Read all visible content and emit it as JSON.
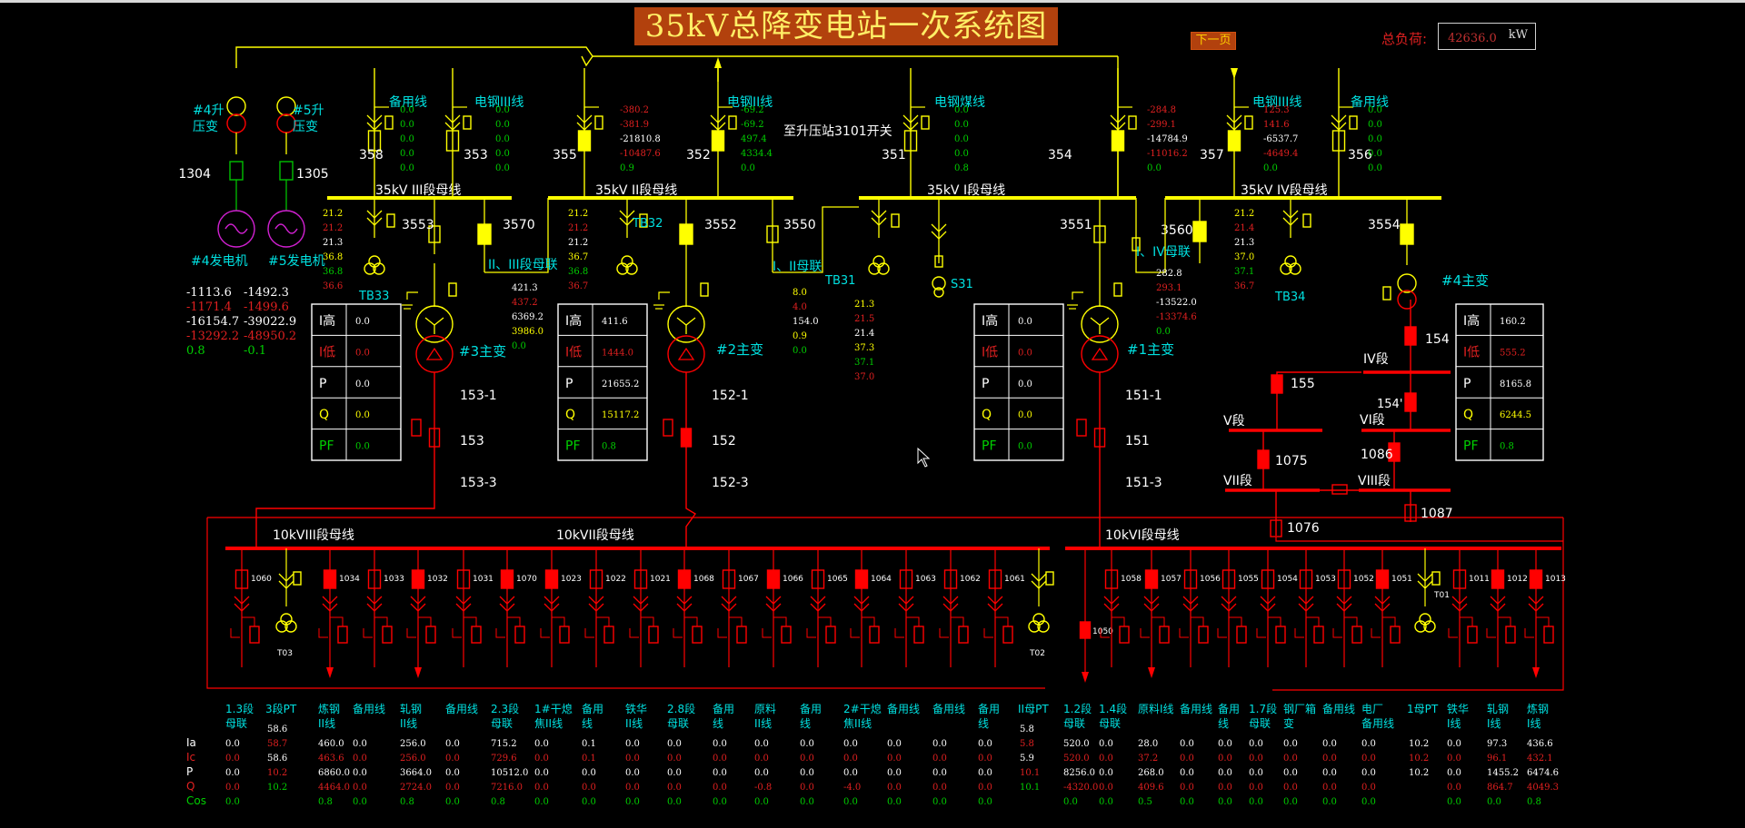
{
  "title": "35kV总降变电站一次系统图",
  "next_page_label": "下一页",
  "total_load": {
    "label": "总负荷:",
    "value": "42636.0",
    "unit": "kW"
  },
  "colors": {
    "bus35": "#ffff00",
    "bus10": "#ff0000",
    "breaker_closed": "#ff0000",
    "breaker_open": "#ffff00",
    "label_cyan": "#00e0e0",
    "value_green": "#00d000",
    "value_red": "#e02020",
    "value_white": "#ffffff",
    "value_yellow": "#ffff00"
  },
  "bus35": {
    "iii": "35kV III段母线",
    "ii": "35kV II段母线",
    "i": "35kV I段母线",
    "iv": "35kV IV段母线"
  },
  "bus10": {
    "viii": "10kVIII段母线",
    "vii": "10kVII段母线",
    "vi": "10kVI段母线"
  },
  "upper_lines": [
    {
      "name": "备用线",
      "values": [
        "0.0",
        "0.0",
        "0.0",
        "0.0",
        "0.0"
      ]
    },
    {
      "name": "电钢III线",
      "values": [
        "0.0",
        "0.0",
        "0.0",
        "0.0",
        "0.0"
      ]
    },
    {
      "name": "电钢II线",
      "values": [
        "-69.2",
        "-69.2",
        "497.4",
        "4334.4",
        "0.0"
      ]
    },
    {
      "name": "电钢煤线",
      "values": [
        "0.0",
        "0.0",
        "0.0",
        "0.0",
        "0.8"
      ]
    },
    {
      "name": "电钢III线",
      "values": [
        "125.3",
        "141.6",
        "-6537.7",
        "-4649.4",
        "0.0"
      ]
    },
    {
      "name": "备用线",
      "values": [
        "0.0",
        "0.0",
        "0.0",
        "0.0",
        "0.0"
      ]
    }
  ],
  "line355_values": [
    "-380.2",
    "-381.9",
    "-21810.8",
    "-10487.6",
    "0.9"
  ],
  "line354_values": [
    "-284.8",
    "-299.1",
    "-14784.9",
    "-11016.2",
    "0.0"
  ],
  "breaker_labels": {
    "b358": "358",
    "b353": "353",
    "b355": "355",
    "b352": "352",
    "b351": "351",
    "b354": "354",
    "b357": "357",
    "b356": "356",
    "b3553": "3553",
    "b3570": "3570",
    "b3552": "3552",
    "b3550": "3550",
    "b3551": "3551",
    "b3560": "3560",
    "b3554": "3554",
    "b1304": "1304",
    "b1305": "1305",
    "b153_1": "153-1",
    "b153": "153",
    "b153_3": "153-3",
    "b152_1": "152-1",
    "b152": "152",
    "b152_3": "152-3",
    "b151_1": "151-1",
    "b151": "151",
    "b151_3": "151-3",
    "b154": "154",
    "b155": "155",
    "b154p": "154'",
    "b1075": "1075",
    "b1086": "1086",
    "b1076": "1076",
    "b1087": "1087"
  },
  "switch_to_3101": "至升压站3101开关",
  "tie_labels": {
    "ii_iii": "II、III段母联",
    "i_ii": "I、II母联",
    "i_iv": "I、IV母联"
  },
  "pt_labels": {
    "tb33": "TB33",
    "tb32": "TB32",
    "tb31": "TB31",
    "tb34": "TB34",
    "s31": "S31",
    "t03": "T03",
    "t02": "T02",
    "t01": "T01"
  },
  "section_labels": {
    "iv": "IV段",
    "v": "V段",
    "vi": "VI段",
    "vii": "VII段",
    "viii": "VIII段"
  },
  "transformers": [
    {
      "name": "#3主变",
      "rows": [
        [
          "I高",
          "0.0"
        ],
        [
          "I低",
          "0.0"
        ],
        [
          "P",
          "0.0"
        ],
        [
          "Q",
          "0.0"
        ],
        [
          "PF",
          "0.0"
        ]
      ]
    },
    {
      "name": "#2主变",
      "rows": [
        [
          "I高",
          "411.6"
        ],
        [
          "I低",
          "1444.0"
        ],
        [
          "P",
          "21655.2"
        ],
        [
          "Q",
          "15117.2"
        ],
        [
          "PF",
          "0.8"
        ]
      ]
    },
    {
      "name": "#1主变",
      "rows": [
        [
          "I高",
          "0.0"
        ],
        [
          "I低",
          "0.0"
        ],
        [
          "P",
          "0.0"
        ],
        [
          "Q",
          "0.0"
        ],
        [
          "PF",
          "0.0"
        ]
      ]
    },
    {
      "name": "#4主变",
      "rows": [
        [
          "I高",
          "160.2"
        ],
        [
          "I低",
          "555.2"
        ],
        [
          "P",
          "8165.8"
        ],
        [
          "Q",
          "6244.5"
        ],
        [
          "PF",
          "0.8"
        ]
      ]
    }
  ],
  "generators": {
    "t4": "#4升压变",
    "t5": "#5升压变",
    "g4": "#4发电机",
    "g5": "#5发电机",
    "values": [
      [
        "-1113.6",
        "-1492.3"
      ],
      [
        "-1171.4",
        "-1499.6"
      ],
      [
        "-16154.7",
        "-39022.9"
      ],
      [
        "-13292.2",
        "-48950.2"
      ],
      [
        "0.8",
        "-0.1"
      ]
    ]
  },
  "pt_values_iii": [
    "21.2",
    "21.2",
    "21.3",
    "36.8",
    "36.8",
    "36.6"
  ],
  "pt_values_ii": [
    "21.2",
    "21.2",
    "21.2",
    "36.7",
    "36.8",
    "36.7"
  ],
  "pt_values_i": [
    "21.3",
    "21.5",
    "21.4",
    "37.3",
    "37.1",
    "37.0"
  ],
  "pt_values_iv": [
    "21.2",
    "21.4",
    "21.3",
    "37.0",
    "37.1",
    "36.7"
  ],
  "tie_ii_iii_values": [
    "421.3",
    "437.2",
    "6369.2",
    "3986.0",
    "0.0"
  ],
  "tie_i_ii_values": [
    "8.0",
    "4.0",
    "154.0",
    "0.9",
    "0.0"
  ],
  "tie_i_iv_values": [
    "282.8",
    "293.1",
    "-13522.0",
    "-13374.6",
    "0.0"
  ],
  "feeders10_viii": [
    "1060",
    "1034",
    "1033",
    "1032",
    "1031",
    "1070"
  ],
  "feeders10_vii": [
    "1023",
    "1022",
    "1021",
    "1068",
    "1067",
    "1066",
    "1065",
    "1064",
    "1063",
    "1062",
    "1061"
  ],
  "feeders10_vi": [
    "1050",
    "1058",
    "1057",
    "1056",
    "1055",
    "1054",
    "1053",
    "1052",
    "1051",
    "1011",
    "1012",
    "1013"
  ],
  "table": {
    "row_labels": [
      "Ia",
      "Ic",
      "P",
      "Q",
      "Cos"
    ],
    "columns": [
      {
        "h": "1.3段\n母联",
        "v": [
          "0.0",
          "0.0",
          "0.0",
          "0.0",
          "0.0"
        ]
      },
      {
        "h": "3段PT",
        "v": [
          "58.6",
          "58.7",
          "58.6",
          "10.2",
          "10.2"
        ]
      },
      {
        "h": "炼钢\nII线",
        "v": [
          "460.0",
          "463.6",
          "6860.0",
          "4464.0",
          "0.8"
        ]
      },
      {
        "h": "备用线",
        "v": [
          "0.0",
          "0.0",
          "0.0",
          "0.0",
          "0.0"
        ]
      },
      {
        "h": "轧钢\nII线",
        "v": [
          "256.0",
          "256.0",
          "3664.0",
          "2724.0",
          "0.8"
        ]
      },
      {
        "h": "备用线",
        "v": [
          "0.0",
          "0.0",
          "0.0",
          "0.0",
          "0.0"
        ]
      },
      {
        "h": "2.3段\n母联",
        "v": [
          "715.2",
          "729.6",
          "10512.0",
          "7216.0",
          "0.8"
        ]
      },
      {
        "h": "1#干熄\n焦II线",
        "v": [
          "0.0",
          "0.0",
          "0.0",
          "0.0",
          "0.0"
        ]
      },
      {
        "h": "备用\n线",
        "v": [
          "0.1",
          "0.1",
          "0.0",
          "0.0",
          "0.0"
        ]
      },
      {
        "h": "铁华\nII线",
        "v": [
          "0.0",
          "0.0",
          "0.0",
          "0.0",
          "0.0"
        ]
      },
      {
        "h": "2.8段\n母联",
        "v": [
          "0.0",
          "0.0",
          "0.0",
          "0.0",
          "0.0"
        ]
      },
      {
        "h": "备用\n线",
        "v": [
          "0.0",
          "0.0",
          "0.0",
          "0.0",
          "0.0"
        ]
      },
      {
        "h": "原料\nII线",
        "v": [
          "0.0",
          "0.0",
          "0.0",
          "-0.8",
          "0.0"
        ]
      },
      {
        "h": "备用\n线",
        "v": [
          "0.0",
          "0.0",
          "0.0",
          "0.0",
          "0.0"
        ]
      },
      {
        "h": "2#干熄\n焦II线",
        "v": [
          "0.0",
          "0.0",
          "0.0",
          "-4.0",
          "0.0"
        ]
      },
      {
        "h": "备用线",
        "v": [
          "0.0",
          "0.0",
          "0.0",
          "0.0",
          "0.0"
        ]
      },
      {
        "h": "备用线",
        "v": [
          "0.0",
          "0.0",
          "0.0",
          "0.0",
          "0.0"
        ]
      },
      {
        "h": "备用\n线",
        "v": [
          "0.0",
          "0.0",
          "0.0",
          "0.0",
          "0.0"
        ]
      },
      {
        "h": "II母PT",
        "v": [
          "5.8",
          "5.8",
          "5.9",
          "10.1",
          "10.1"
        ]
      },
      {
        "h": "1.2段\n母联",
        "v": [
          "520.0",
          "520.0",
          "8256.0",
          "-4320.0",
          "0.0"
        ]
      },
      {
        "h": "1.4段\n母联",
        "v": [
          "0.0",
          "0.0",
          "0.0",
          "0.0",
          "0.0"
        ]
      },
      {
        "h": "原料I线",
        "v": [
          "28.0",
          "37.2",
          "268.0",
          "409.6",
          "0.5"
        ]
      },
      {
        "h": "备用线",
        "v": [
          "0.0",
          "0.0",
          "0.0",
          "0.0",
          "0.0"
        ]
      },
      {
        "h": "备用\n线",
        "v": [
          "0.0",
          "0.0",
          "0.0",
          "0.0",
          "0.0"
        ]
      },
      {
        "h": "1.7段\n母联",
        "v": [
          "0.0",
          "0.0",
          "0.0",
          "0.0",
          "0.0"
        ]
      },
      {
        "h": "钢厂箱\n变",
        "v": [
          "0.0",
          "0.0",
          "0.0",
          "0.0",
          "0.0"
        ]
      },
      {
        "h": "备用线",
        "v": [
          "0.0",
          "0.0",
          "0.0",
          "0.0",
          "0.0"
        ]
      },
      {
        "h": "电厂\n备用线",
        "v": [
          "0.0",
          "0.0",
          "0.0",
          "0.0",
          "0.0"
        ]
      },
      {
        "h": "1母PT",
        "v": [
          "10.2",
          "10.2",
          "10.2",
          "",
          ""
        ]
      },
      {
        "h": "铁华\nI线",
        "v": [
          "0.0",
          "0.0",
          "0.0",
          "0.0",
          "0.0"
        ]
      },
      {
        "h": "轧钢\nI线",
        "v": [
          "97.3",
          "96.1",
          "1455.2",
          "864.7",
          "0.0"
        ]
      },
      {
        "h": "炼钢\nI线",
        "v": [
          "436.6",
          "432.1",
          "6474.6",
          "4049.3",
          "0.8"
        ]
      }
    ]
  }
}
